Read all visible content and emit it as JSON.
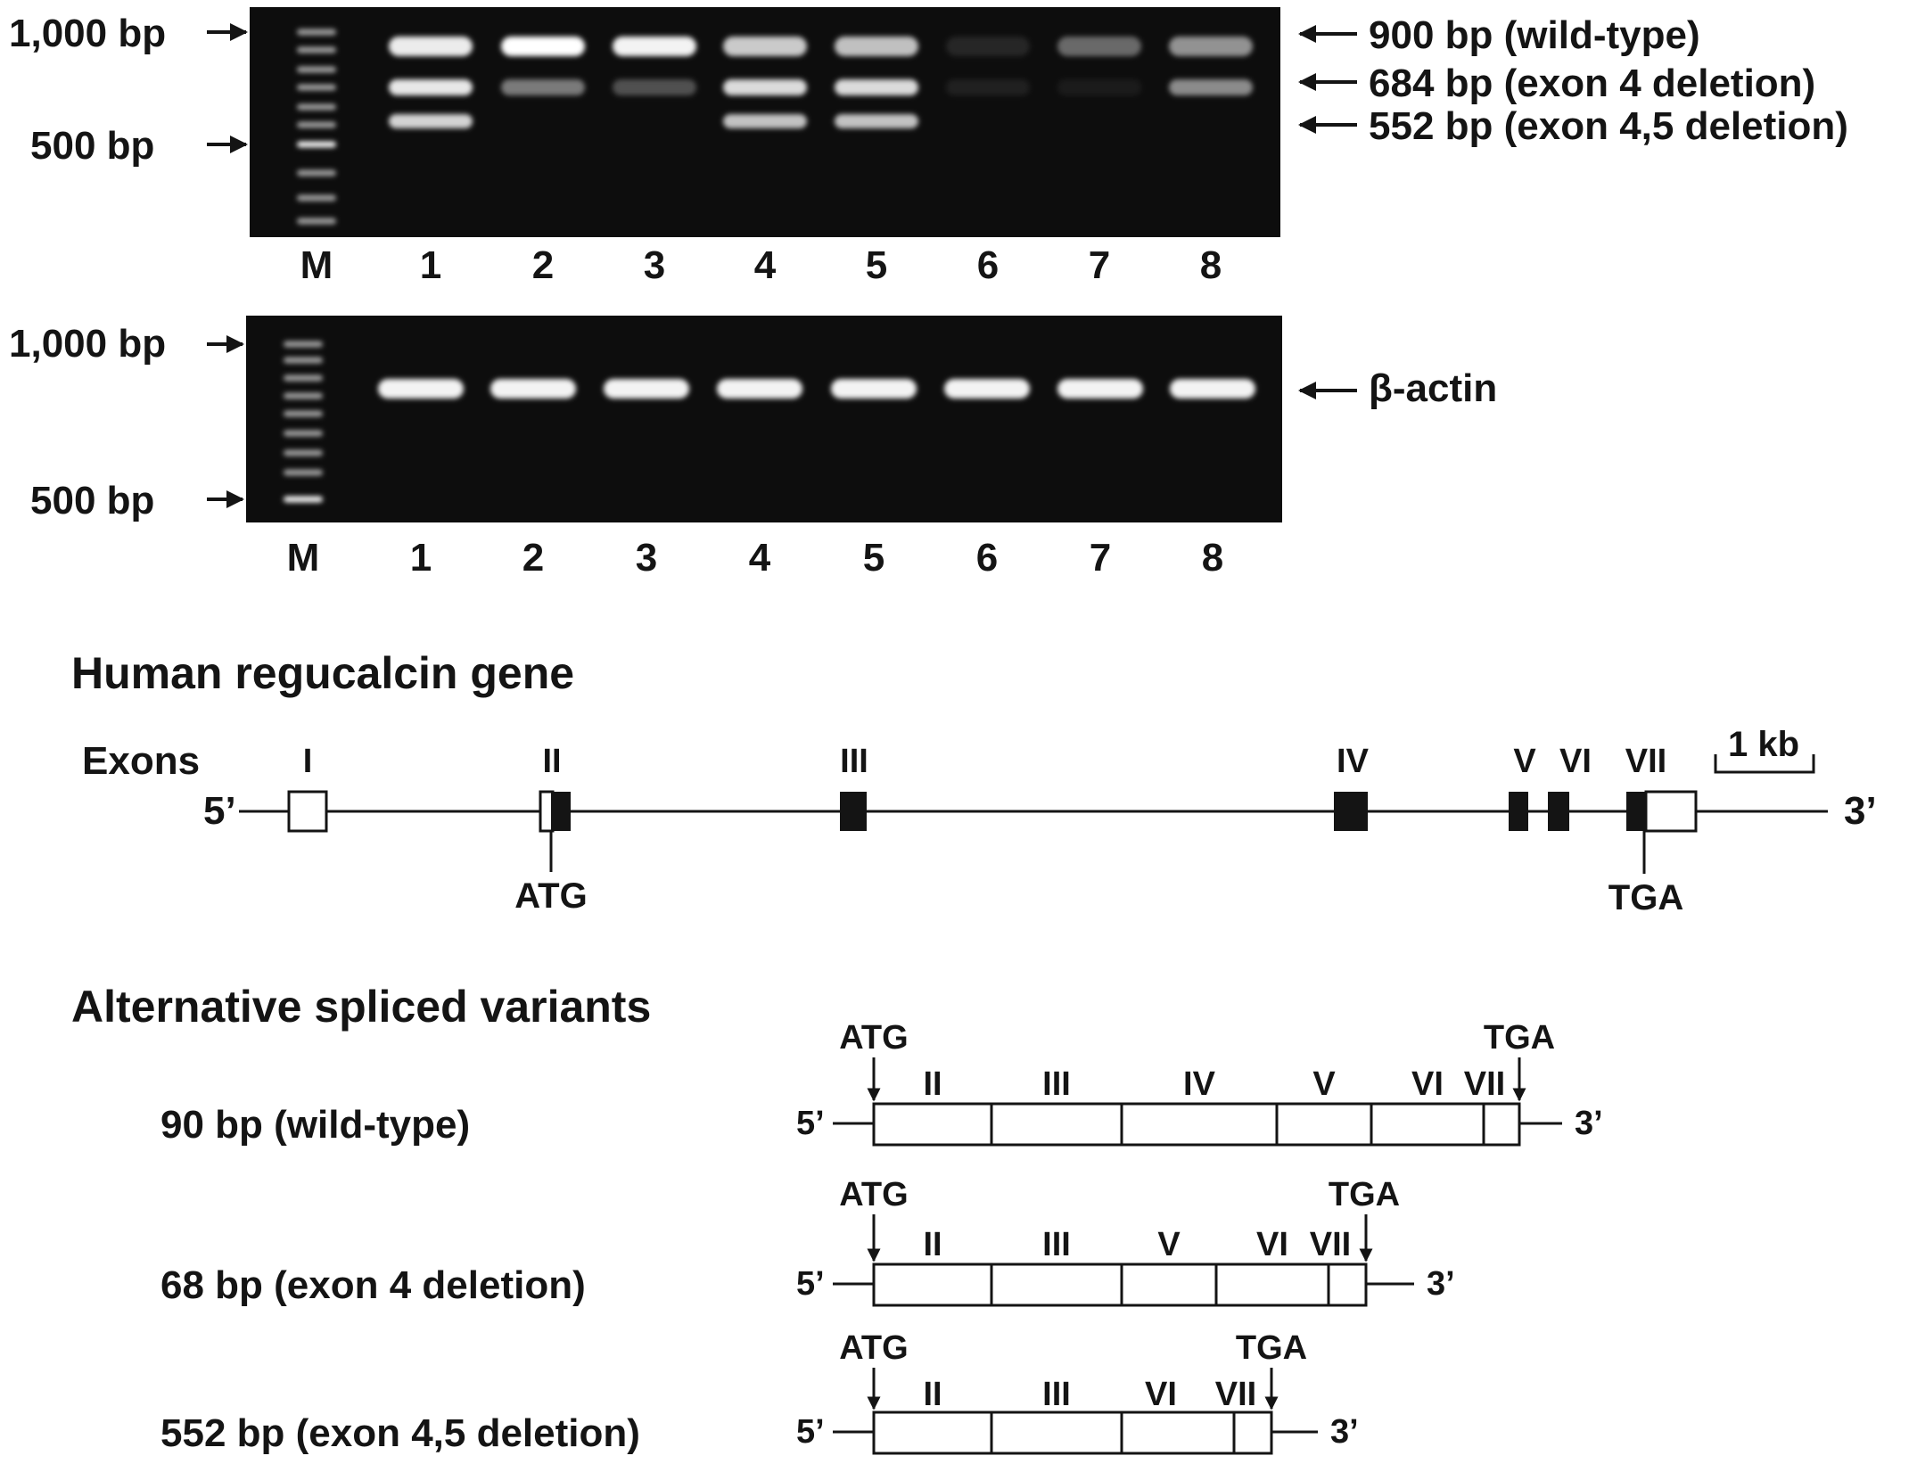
{
  "gels": [
    {
      "id": "top",
      "lane_labels": [
        "M",
        "1",
        "2",
        "3",
        "4",
        "5",
        "6",
        "7",
        "8"
      ],
      "left_markers": [
        "1,000 bp",
        "500 bp"
      ],
      "right_labels": [
        "900 bp (wild-type)",
        "684 bp (exon 4 deletion)",
        "552 bp (exon 4,5 deletion)"
      ],
      "band_intensity": {
        "upper": [
          0.92,
          1.0,
          0.95,
          0.78,
          0.74,
          0.1,
          0.38,
          0.55
        ],
        "middle": [
          0.9,
          0.45,
          0.28,
          0.85,
          0.85,
          0.08,
          0.06,
          0.52
        ],
        "lower": [
          0.82,
          0.0,
          0.0,
          0.75,
          0.75,
          0.0,
          0.0,
          0.0
        ]
      }
    },
    {
      "id": "bottom",
      "lane_labels": [
        "M",
        "1",
        "2",
        "3",
        "4",
        "5",
        "6",
        "7",
        "8"
      ],
      "left_markers": [
        "1,000 bp",
        "500 bp"
      ],
      "right_labels": [
        "β-actin"
      ],
      "band_intensity": {
        "actin": [
          0.95,
          0.95,
          0.95,
          0.95,
          0.95,
          0.95,
          0.95,
          0.95
        ]
      }
    }
  ],
  "gene": {
    "title": "Human regucalcin gene",
    "exons_label": "Exons",
    "exon_labels": [
      "I",
      "II",
      "III",
      "IV",
      "V",
      "VI",
      "VII"
    ],
    "five_prime": "5’",
    "three_prime": "3’",
    "start_codon": "ATG",
    "stop_codon": "TGA",
    "scale_label": "1 kb"
  },
  "variants": {
    "title": "Alternative spliced variants",
    "items": [
      {
        "label": "90 bp (wild-type)",
        "exons": [
          "II",
          "III",
          "IV",
          "V",
          "VI",
          "VII"
        ],
        "start": "ATG",
        "stop": "TGA",
        "five": "5’",
        "three": "3’"
      },
      {
        "label": "68 bp (exon 4 deletion)",
        "exons": [
          "II",
          "III",
          "V",
          "VI",
          "VII"
        ],
        "start": "ATG",
        "stop": "TGA",
        "five": "5’",
        "three": "3’"
      },
      {
        "label": "552 bp (exon 4,5 deletion)",
        "exons": [
          "II",
          "III",
          "VI",
          "VII"
        ],
        "start": "ATG",
        "stop": "TGA",
        "five": "5’",
        "three": "3’"
      }
    ]
  }
}
